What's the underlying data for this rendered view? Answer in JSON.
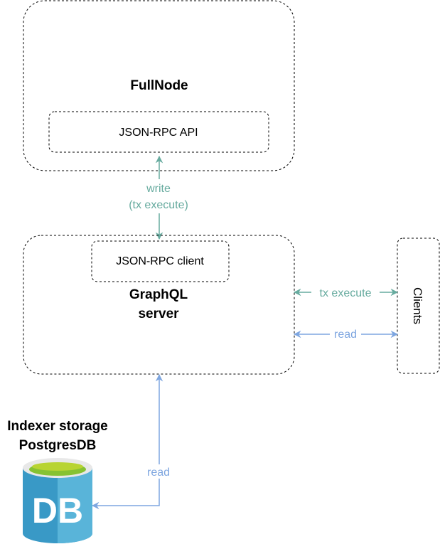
{
  "nodes": {
    "fullnode": {
      "title": "FullNode"
    },
    "json_rpc_api": {
      "label": "JSON-RPC API"
    },
    "graphql_server": {
      "title_line1": "GraphQL",
      "title_line2": "server"
    },
    "json_rpc_client": {
      "label": "JSON-RPC client"
    },
    "clients": {
      "label": "Clients"
    },
    "indexer": {
      "title_line1": "Indexer storage",
      "title_line2": "PostgresDB"
    },
    "db_icon": {
      "label": "DB"
    }
  },
  "edges": {
    "write": {
      "label_line1": "write",
      "label_line2": "(tx execute)"
    },
    "tx_execute": {
      "label": "tx execute"
    },
    "read_clients": {
      "label": "read"
    },
    "read_db": {
      "label": "read"
    }
  },
  "colors": {
    "green_edge": "#67AB9F",
    "blue_edge": "#7EA6E0",
    "db_top": "#86C232",
    "db_body": "#3999C6",
    "db_body_light": "#59B4D9",
    "border": "#000000"
  }
}
